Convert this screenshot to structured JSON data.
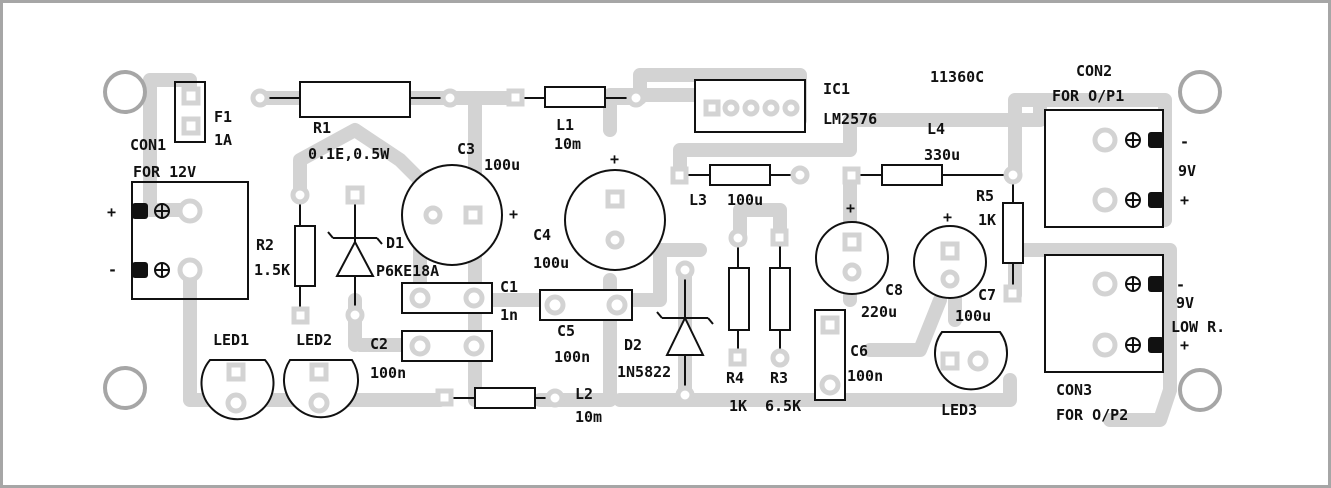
{
  "board_id": "11360C",
  "labels": {
    "con1": "CON1",
    "con1_desc": "FOR 12V",
    "con1_plus": "+",
    "con1_minus": "-",
    "f1": "F1",
    "f1_val": "1A",
    "r1": "R1",
    "r1_val": "0.1E,0.5W",
    "r2": "R2",
    "r2_val": "1.5K",
    "d1": "D1",
    "d1_val": "P6KE18A",
    "c3": "C3",
    "c3_val": "100u",
    "c3_plus": "+",
    "c1": "C1",
    "c1_val": "1n",
    "c2": "C2",
    "c2_val": "100n",
    "led1": "LED1",
    "led2": "LED2",
    "l1": "L1",
    "l1_val": "10m",
    "c4": "C4",
    "c4_val": "100u",
    "c4_plus": "+",
    "c5": "C5",
    "c5_val": "100n",
    "l2": "L2",
    "l2_val": "10m",
    "ic1": "IC1",
    "ic1_val": "LM2576",
    "l3": "L3",
    "l3_val": "100u",
    "d2": "D2",
    "d2_val": "1N5822",
    "r4": "R4",
    "r4_val": "1K",
    "r3": "R3",
    "r3_val": "6.5K",
    "c6": "C6",
    "c6_val": "100n",
    "l4": "L4",
    "l4_val": "330u",
    "c8": "C8",
    "c8_val": "220u",
    "c8_plus": "+",
    "c7": "C7",
    "c7_val": "100u",
    "c7_plus": "+",
    "r5": "R5",
    "r5_val": "1K",
    "led3": "LED3",
    "con2": "CON2",
    "con2_desc": "FOR O/P1",
    "con2_minus": "-",
    "con2_plus": "+",
    "con2_v": "9V",
    "con3": "CON3",
    "con3_desc": "FOR O/P2",
    "con3_minus": "-",
    "con3_plus": "+",
    "con3_v": "9V",
    "con3_low": "LOW R."
  },
  "colors": {
    "trace": "#d3d3d3",
    "silk": "#111111",
    "pad_fill": "#ffffff",
    "pad_ring": "#d3d3d3",
    "border": "#a6a6a6"
  }
}
